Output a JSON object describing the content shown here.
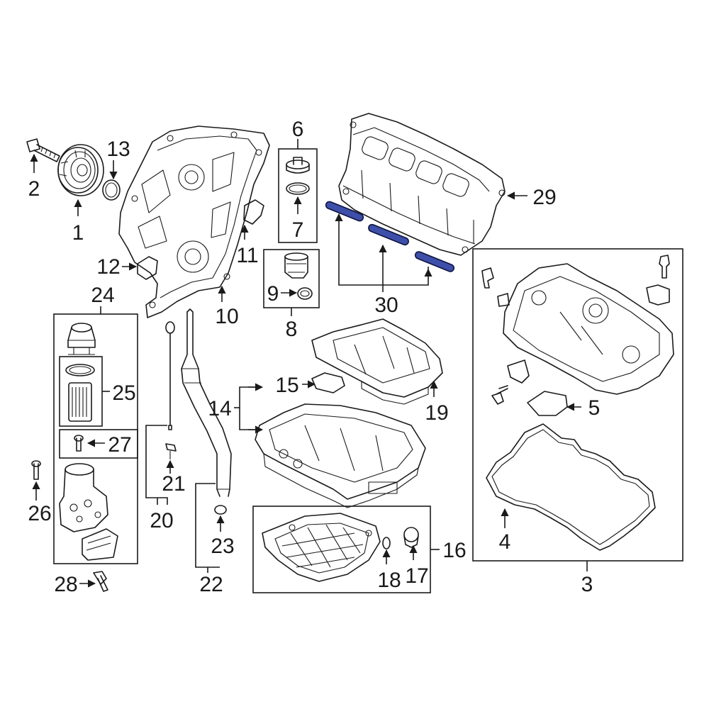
{
  "labels": {
    "l1": "1",
    "l2": "2",
    "l3": "3",
    "l4": "4",
    "l5": "5",
    "l6": "6",
    "l7": "7",
    "l8": "8",
    "l9": "9",
    "l10": "10",
    "l11": "11",
    "l12": "12",
    "l13": "13",
    "l14": "14",
    "l15": "15",
    "l16": "16",
    "l17": "17",
    "l18": "18",
    "l19": "19",
    "l20": "20",
    "l21": "21",
    "l22": "22",
    "l23": "23",
    "l24": "24",
    "l25": "25",
    "l26": "26",
    "l27": "27",
    "l28": "28",
    "l29": "29",
    "l30": "30"
  },
  "colors": {
    "line": "#1a1a1a",
    "highlight": "#3d4fa8",
    "background": "#ffffff"
  }
}
